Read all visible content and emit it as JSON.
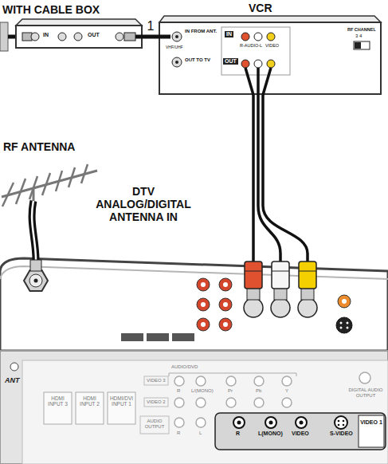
{
  "diagram": {
    "nodes": [
      {
        "text": [
          "WITH CABLE BOX",
          "IN",
          "OUT"
        ]
      },
      {
        "text": [
          "VCR",
          "IN FROM ANT.",
          "VHF/UHF",
          "OUT TO TV",
          "IN",
          "OUT",
          "R-AUDIO-L",
          "VIDEO",
          "RF CHANNEL",
          "3 4"
        ]
      },
      {
        "text": [
          "ANT",
          "HDMI INPUT 3",
          "HDMI INPUT 2",
          "HDMI/DVI INPUT 1",
          "AUDIO/DVD",
          "VIDEO 3",
          "VIDEO 2",
          "R",
          "L/(MONO)",
          "Pr",
          "Pb",
          "Y",
          "DIGITAL AUDIO OUTPUT",
          "AUDIO OUTPUT",
          "R",
          "L",
          "R",
          "L(MONO)",
          "VIDEO",
          "S-VIDEO",
          "VIDEO 1"
        ]
      }
    ],
    "edges": [
      {
        "from": 0,
        "to": 1,
        "arrow": "none",
        "label": "1"
      },
      {
        "from": 1,
        "to": 2,
        "arrow": "none"
      }
    ],
    "labels": [
      "RF ANTENNA",
      "DTV ANALOG/DIGITAL ANTENNA IN"
    ]
  }
}
